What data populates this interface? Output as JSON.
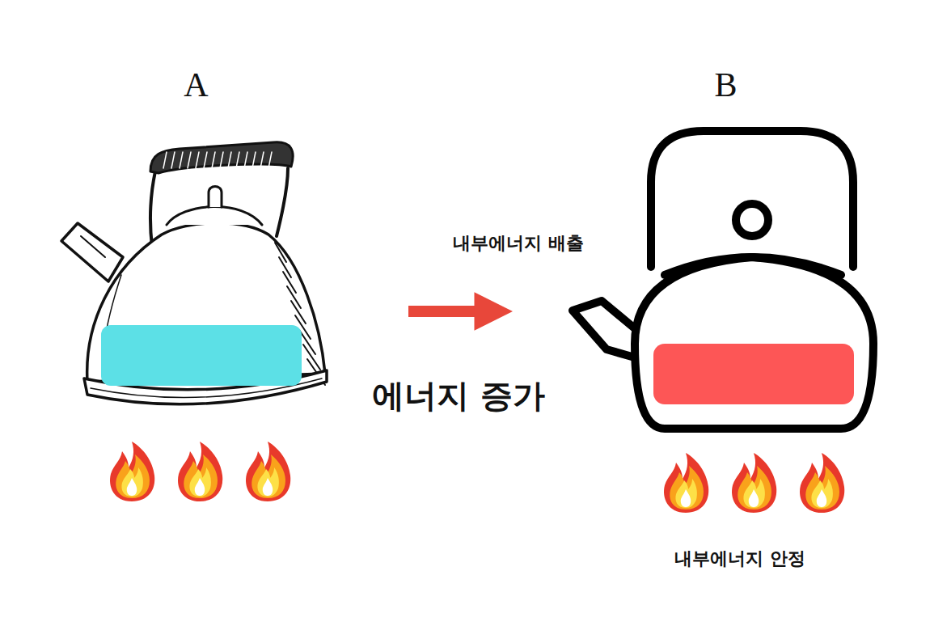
{
  "diagram": {
    "nodes": [
      {
        "text": [
          "A"
        ]
      },
      {
        "text": [
          "B"
        ]
      }
    ],
    "edges": [
      {
        "from": 0,
        "to": 1,
        "arrow": "to",
        "label": "에너지 증가"
      }
    ],
    "labels": [
      "내부에너지 배출",
      "내부에너지 안정"
    ]
  }
}
